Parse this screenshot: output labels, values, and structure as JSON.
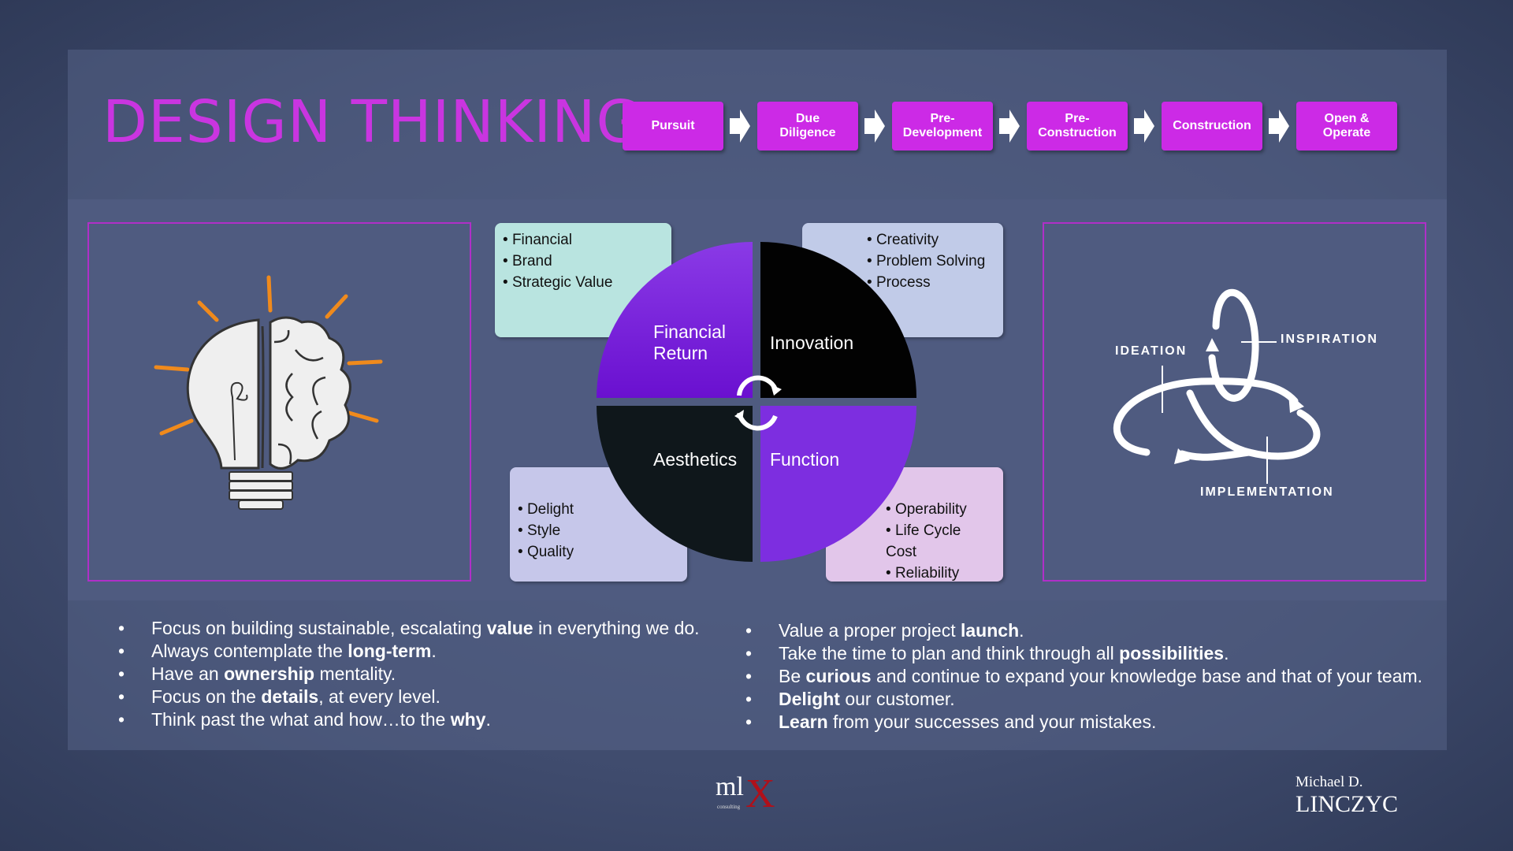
{
  "title": "DESIGN THINKING",
  "process_steps": [
    "Pursuit",
    "Due\nDiligence",
    "Pre-\nDevelopment",
    "Pre-\nConstruction",
    "Construction",
    "Open &\nOperate"
  ],
  "quadrants": {
    "financial_return": {
      "label": "Financial\nReturn",
      "items": [
        "Financial",
        "Brand",
        "Strategic Value"
      ]
    },
    "innovation": {
      "label": "Innovation",
      "items": [
        "Creativity",
        "Problem Solving",
        "Process"
      ]
    },
    "aesthetics": {
      "label": "Aesthetics",
      "items": [
        "Delight",
        "Style",
        "Quality"
      ]
    },
    "function": {
      "label": "Function",
      "items": [
        "Operability",
        "Life Cycle Cost",
        "Reliability"
      ]
    }
  },
  "cycle_diagram": {
    "labels": [
      "IDEATION",
      "INSPIRATION",
      "IMPLEMENTATION"
    ]
  },
  "principles_left": [
    [
      "Focus on building sustainable, escalating ",
      "value",
      " in everything we do."
    ],
    [
      "Always contemplate the ",
      "long-term",
      "."
    ],
    [
      "Have an ",
      "ownership",
      " mentality."
    ],
    [
      "Focus on the ",
      "details",
      ", at every level."
    ],
    [
      "Think past the what and how…to the ",
      "why",
      "."
    ]
  ],
  "principles_right": [
    [
      "Value a proper project ",
      "launch",
      "."
    ],
    [
      "Take the time to plan and think through all ",
      "possibilities",
      "."
    ],
    [
      "Be ",
      "curious",
      " and continue to expand your knowledge base and that of your team."
    ],
    [
      "",
      "Delight",
      " our customer."
    ],
    [
      "",
      "Learn",
      " from your successes and your mistakes."
    ]
  ],
  "footer": {
    "logo_text": "ml",
    "logo_x": "X",
    "logo_sub": "consulting",
    "author_first": "Michael D.",
    "author_last": "LINCZYC"
  },
  "colors": {
    "accent": "#cc2ae6",
    "purple": "#7a2ee0",
    "black": "#0d0d0d",
    "orange": "#f08a1c"
  }
}
